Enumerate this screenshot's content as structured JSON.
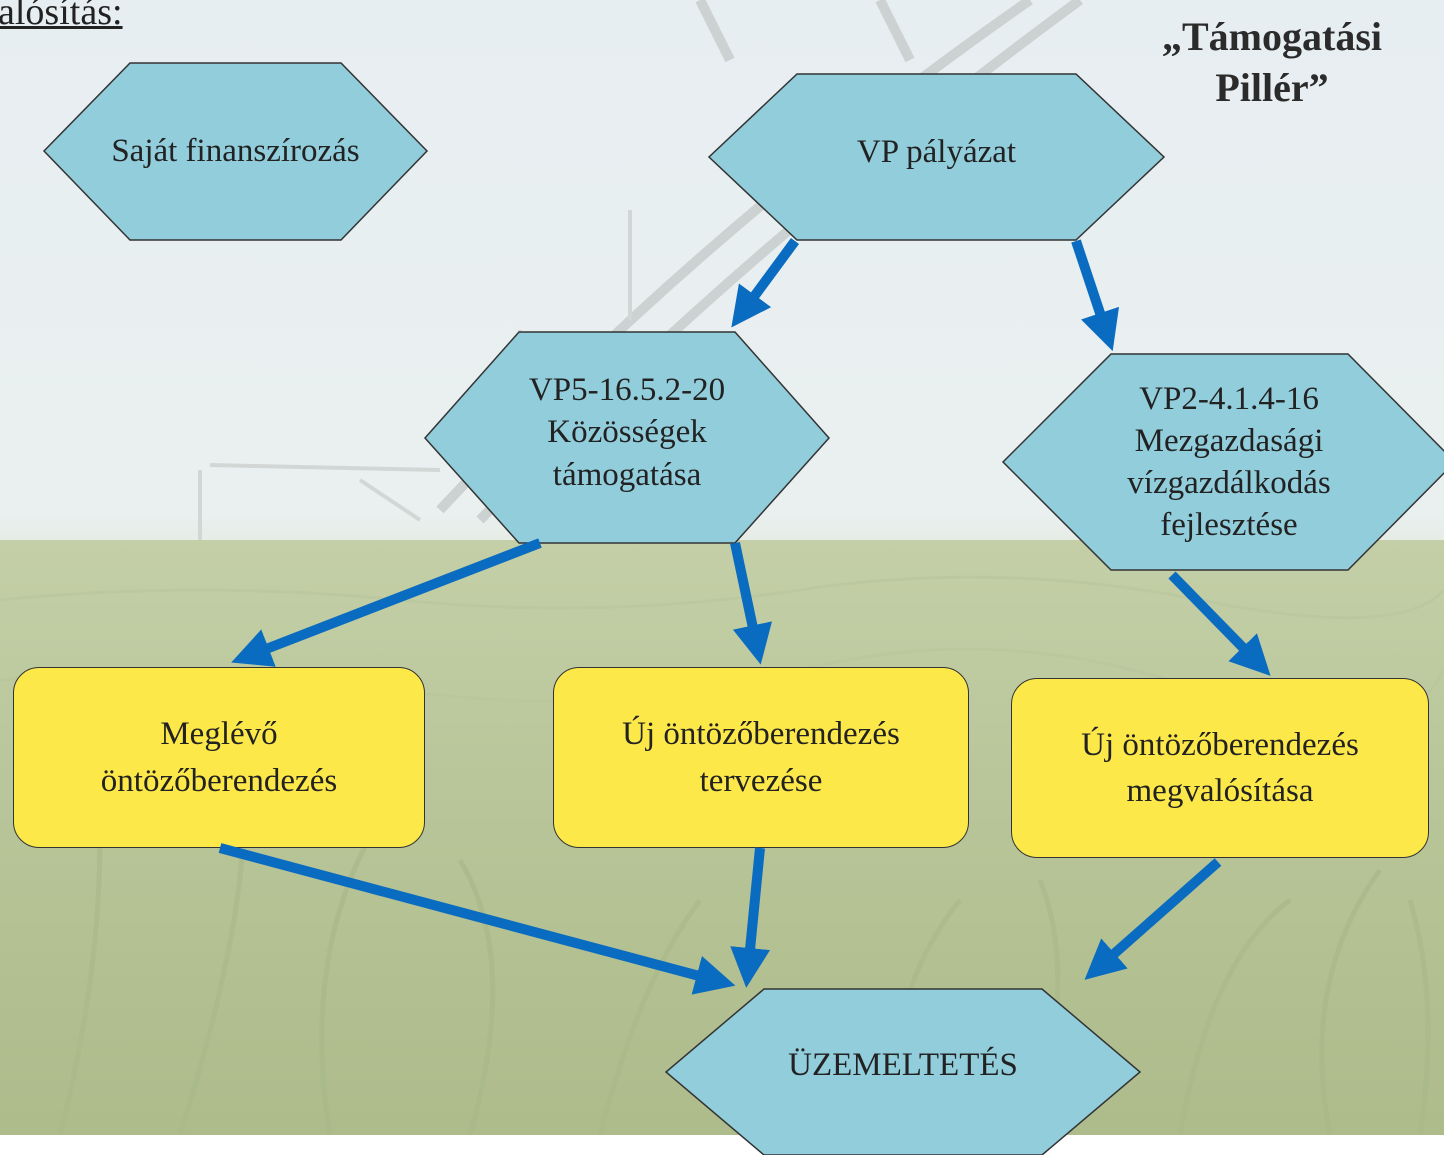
{
  "title_left": "alósítás:",
  "title_right": "„Támogatási Pillér”",
  "nodes": {
    "sajat": "Saját finanszírozás",
    "vp": "VP pályázat",
    "vp5": "VP5-16.5.2-20 Közösségek támogatása",
    "vp2": "VP2-4.1.4-16 Mezgazdasági vízgazdálkodás fejlesztése",
    "meglevo": "Meglévő öntözőberendezés",
    "uj_terv": "Új öntözőberendezés tervezése",
    "uj_megval": "Új öntözőberendezés megvalósítása",
    "uzem": "ÜZEMELTETÉS"
  },
  "colors": {
    "hex_fill": "#92cddc",
    "box_fill": "#fde849",
    "arrow": "#0a6cc0"
  }
}
